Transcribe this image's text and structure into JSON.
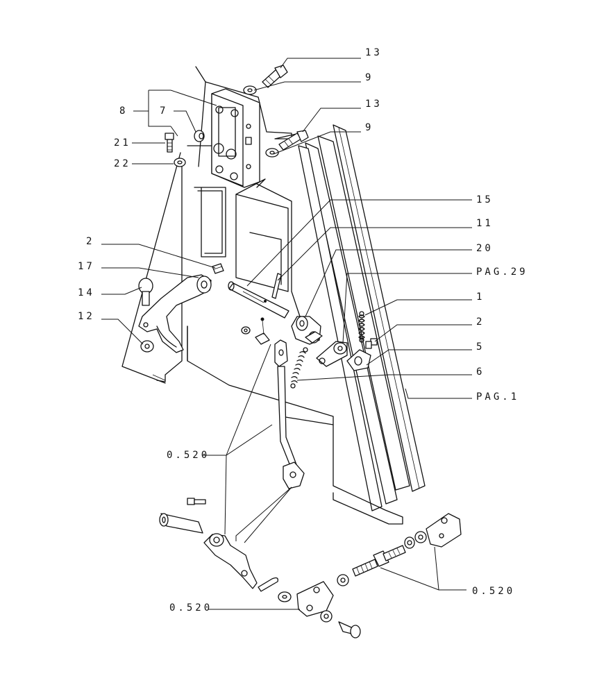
{
  "labels": {
    "l13a": "13",
    "l9a": "9",
    "l13b": "13",
    "l9b": "9",
    "l8": "8",
    "l7": "7",
    "l21": "21",
    "l22": "22",
    "l15": "15",
    "l11": "11",
    "l20": "20",
    "lpag29": "PAG.29",
    "l2a": "2",
    "l17": "17",
    "l14": "14",
    "l12": "12",
    "l1": "1",
    "l2b": "2",
    "l5": "5",
    "l6": "6",
    "lpag1": "PAG.1",
    "l0520a": "0.520",
    "l0520b": "0.520",
    "l0520c": "0.520"
  }
}
